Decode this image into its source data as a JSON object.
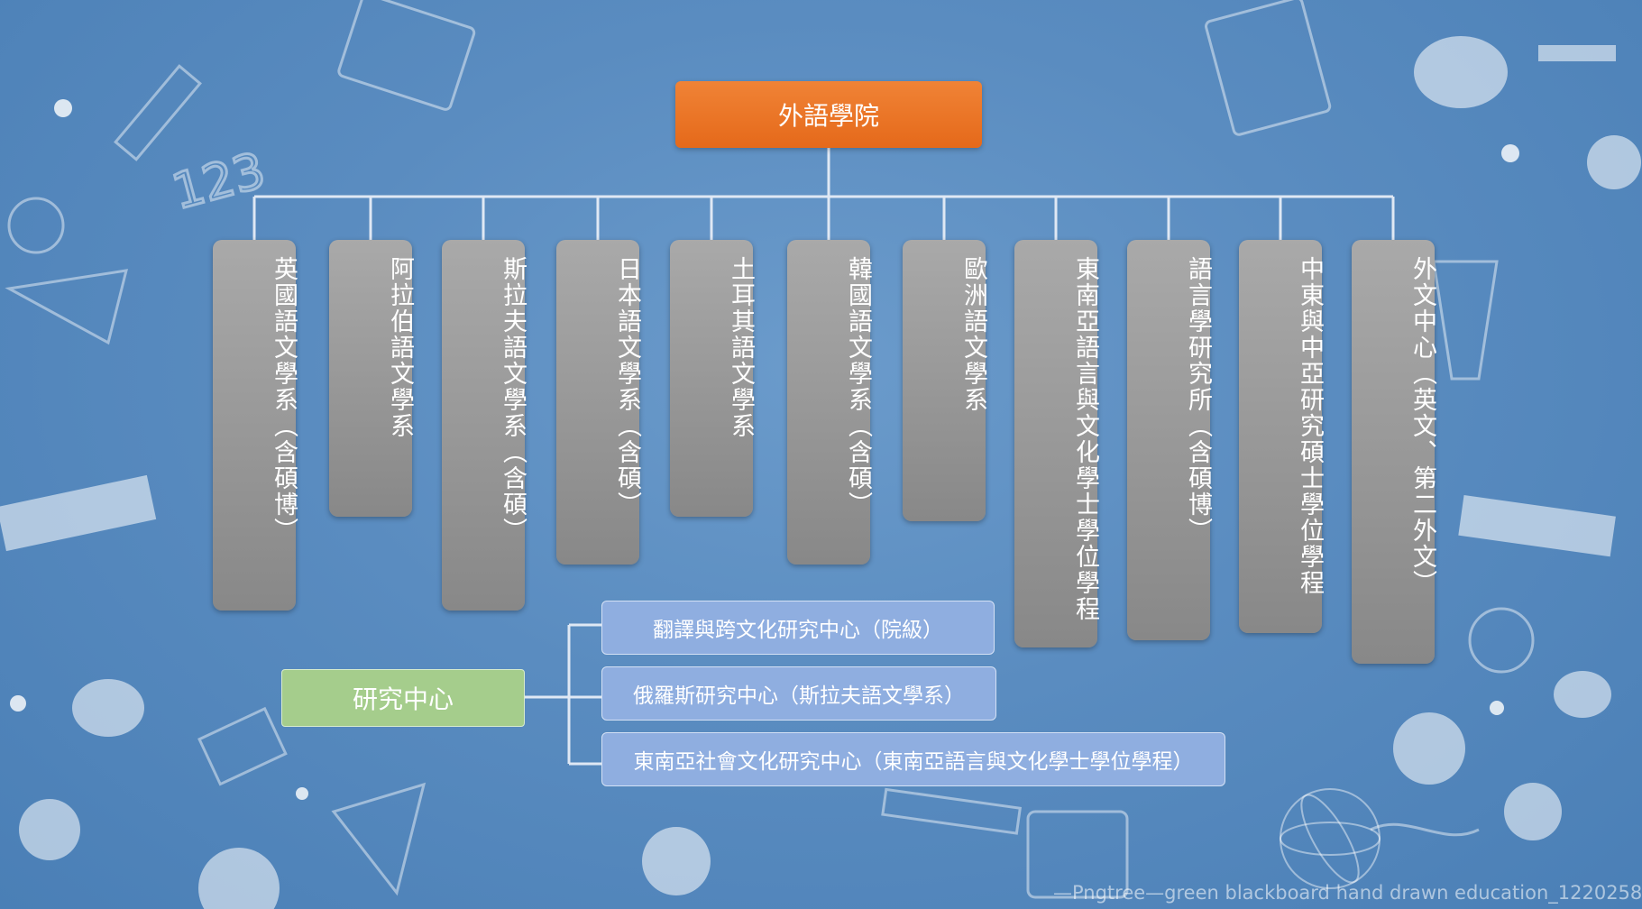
{
  "root": {
    "title": "外語學院"
  },
  "departments": [
    {
      "label": "英國語文學系（含碩博）"
    },
    {
      "label": "阿拉伯語文學系"
    },
    {
      "label": "斯拉夫語文學系（含碩）"
    },
    {
      "label": "日本語文學系（含碩）"
    },
    {
      "label": "土耳其語文學系"
    },
    {
      "label": "韓國語文學系（含碩）"
    },
    {
      "label": "歐洲語文學系"
    },
    {
      "label": "東南亞語言與文化學士學位學程"
    },
    {
      "label": "語言學研究所（含碩博）"
    },
    {
      "label": "中東與中亞研究碩士學位學程"
    },
    {
      "label": "外文中心（英文、第二外文）"
    }
  ],
  "research": {
    "title": "研究中心",
    "centers": [
      {
        "label": "翻譯與跨文化研究中心（院級）"
      },
      {
        "label": "俄羅斯研究中心（斯拉夫語文學系）"
      },
      {
        "label": "東南亞社會文化研究中心（東南亞語言與文化學士學位學程）"
      }
    ]
  },
  "watermark": "—Pngtree—green blackboard hand drawn education_1220258",
  "colors": {
    "background": "#5a8cc0",
    "root_box": "#ec7324",
    "dept_box": "#999999",
    "research_box": "#a5cd8c",
    "center_box": "#8faee0",
    "connector": "#dfe8f4"
  }
}
